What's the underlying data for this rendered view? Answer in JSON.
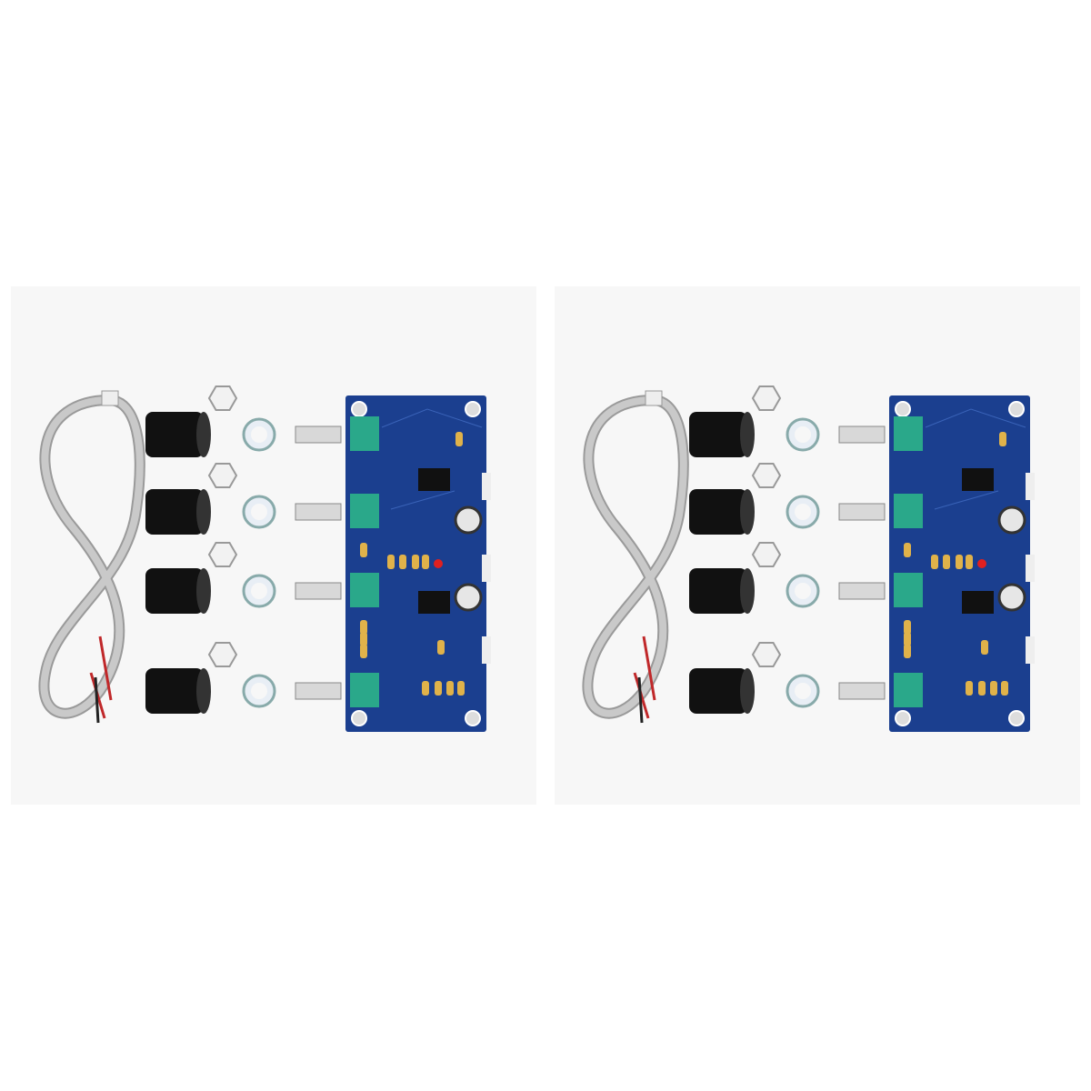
{
  "kits": [
    {
      "id": "kit-left",
      "knob_count": 4,
      "washer_count": 4,
      "nut_count": 4
    },
    {
      "id": "kit-right",
      "knob_count": 4,
      "washer_count": 4,
      "nut_count": 4
    }
  ],
  "colors": {
    "background": "#ffffff",
    "panel": "#f7f7f7",
    "pcb": "#1b3f8f",
    "pcb_trace": "#3a63b8",
    "potentiometer": "#2aa88a",
    "capacitor": "#e0b24a",
    "led": "#e02020",
    "knob": "#111111",
    "cable": "#c9c9c9",
    "wire_red": "#c0282a"
  }
}
